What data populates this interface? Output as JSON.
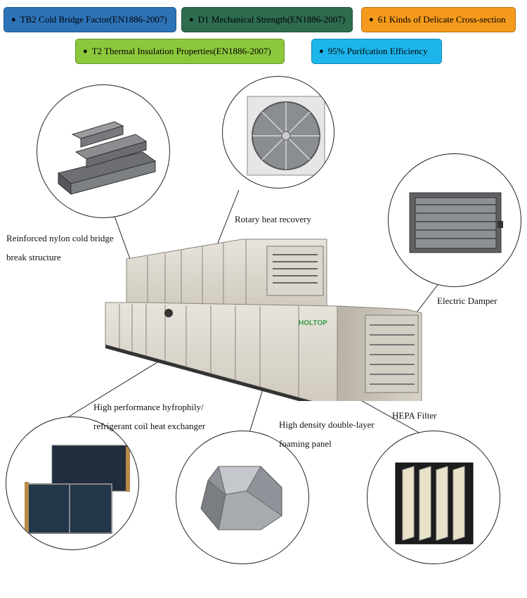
{
  "badges": [
    {
      "text": "TB2 Cold Bridge Factor(EN1886-2007)"
    },
    {
      "text": "D1 Mechanical Strength(EN1886-2007)"
    },
    {
      "text": "61 Kinds of Delicate Cross-section"
    },
    {
      "text": "T2 Thermal Insulation Properties(EN1886-2007)"
    },
    {
      "text": "95% Purifcation Efficiency"
    }
  ],
  "badge_bullet": "●",
  "labels": {
    "nylon_line1": "Reinforced nylon cold bridge",
    "nylon_line2": "break structure",
    "rotary": "Rotary heat recovery",
    "damper": "Electric Damper",
    "coil_line1": "High performance hyfrophily/",
    "coil_line2": "refrigerant coil heat exchanger",
    "panel_line1": "High density double-layer",
    "panel_line2": "foaming panel",
    "hepa": "HEPA Filter"
  },
  "brand_text": "HOLTOP",
  "colors": {
    "badge1": "#2d73b8",
    "badge2": "#2e6c4f",
    "badge3": "#f59a1c",
    "badge4": "#8cc83c",
    "badge5": "#1db6ec"
  }
}
